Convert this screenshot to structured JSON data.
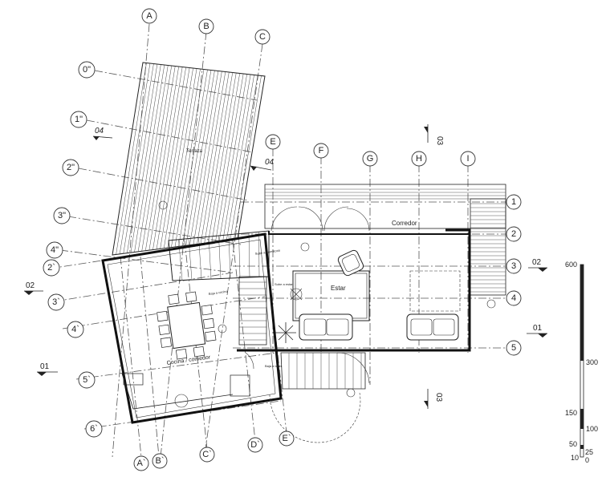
{
  "grid": {
    "letters": [
      "A",
      "B",
      "C",
      "E",
      "F",
      "G",
      "H",
      "I"
    ],
    "numbers": [
      "1",
      "2",
      "3",
      "4",
      "5"
    ],
    "primed_numbers": [
      "0\"",
      "1\"",
      "2\"",
      "3\"",
      "4\"",
      "2`",
      "3`",
      "4`",
      "5`",
      "6`"
    ],
    "primed_letters": [
      "A`",
      "B`",
      "C`",
      "D`",
      "E`"
    ]
  },
  "rooms": {
    "terrace": "Terraza",
    "corridor": "Corredor",
    "living": "Estar",
    "kitchen": "Cocina / comedor",
    "stairs_up": "Sube a dormitorio",
    "stairs_up_2": "Sube a estar",
    "stairs_kitchen": "Baja a cocina",
    "stairs_down": "Baja a taller"
  },
  "sections": {
    "s01": "01",
    "s02": "02",
    "s03": "03",
    "s04": "04"
  },
  "scale": {
    "ticks": [
      "600",
      "300",
      "150",
      "100",
      "50",
      "25",
      "10",
      "0"
    ]
  }
}
